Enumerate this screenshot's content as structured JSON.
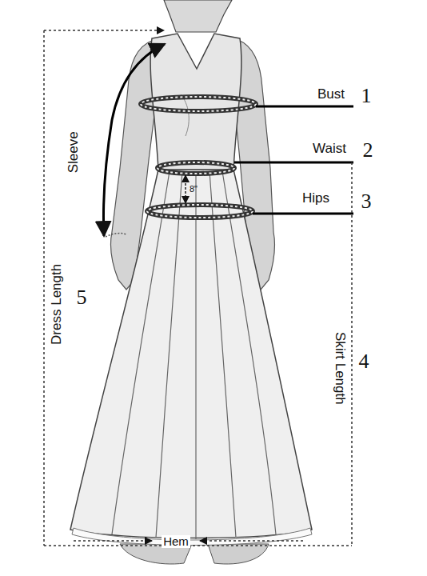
{
  "diagram": {
    "labels": [
      "Bust",
      "1",
      "Waist",
      "2",
      "Hips",
      "3",
      "Skirt Length",
      "4",
      "Dress Length",
      "5",
      "Sleeve",
      "8\"",
      "Hem"
    ]
  }
}
